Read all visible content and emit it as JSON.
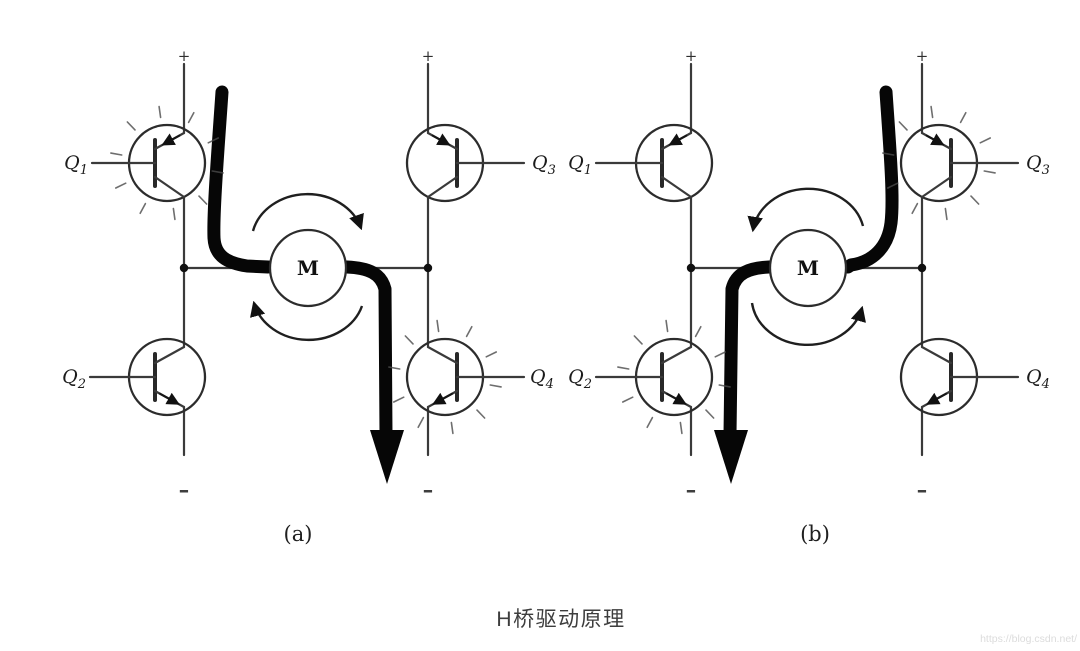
{
  "figure": {
    "caption": "H桥驱动原理",
    "watermark": "https://blog.csdn.net/",
    "motor_label": "M",
    "plus": "+",
    "minus": "-",
    "diagrams": [
      {
        "label": "(a)",
        "rotation": "clockwise",
        "conducting": "Q1, Q4",
        "transistors": [
          {
            "id": "Q1",
            "base": "Q",
            "sub": "1",
            "type": "PNP",
            "position": "top-left",
            "conducting": true
          },
          {
            "id": "Q2",
            "base": "Q",
            "sub": "2",
            "type": "NPN",
            "position": "bottom-left",
            "conducting": false
          },
          {
            "id": "Q3",
            "base": "Q",
            "sub": "3",
            "type": "PNP",
            "position": "top-right",
            "conducting": false
          },
          {
            "id": "Q4",
            "base": "Q",
            "sub": "4",
            "type": "NPN",
            "position": "bottom-right",
            "conducting": true
          }
        ]
      },
      {
        "label": "(b)",
        "rotation": "counterclockwise",
        "conducting": "Q2, Q3",
        "transistors": [
          {
            "id": "Q1",
            "base": "Q",
            "sub": "1",
            "type": "PNP",
            "position": "top-left",
            "conducting": false
          },
          {
            "id": "Q2",
            "base": "Q",
            "sub": "2",
            "type": "NPN",
            "position": "bottom-left",
            "conducting": true
          },
          {
            "id": "Q3",
            "base": "Q",
            "sub": "3",
            "type": "PNP",
            "position": "top-right",
            "conducting": true
          },
          {
            "id": "Q4",
            "base": "Q",
            "sub": "4",
            "type": "NPN",
            "position": "bottom-right",
            "conducting": false
          }
        ]
      }
    ]
  }
}
